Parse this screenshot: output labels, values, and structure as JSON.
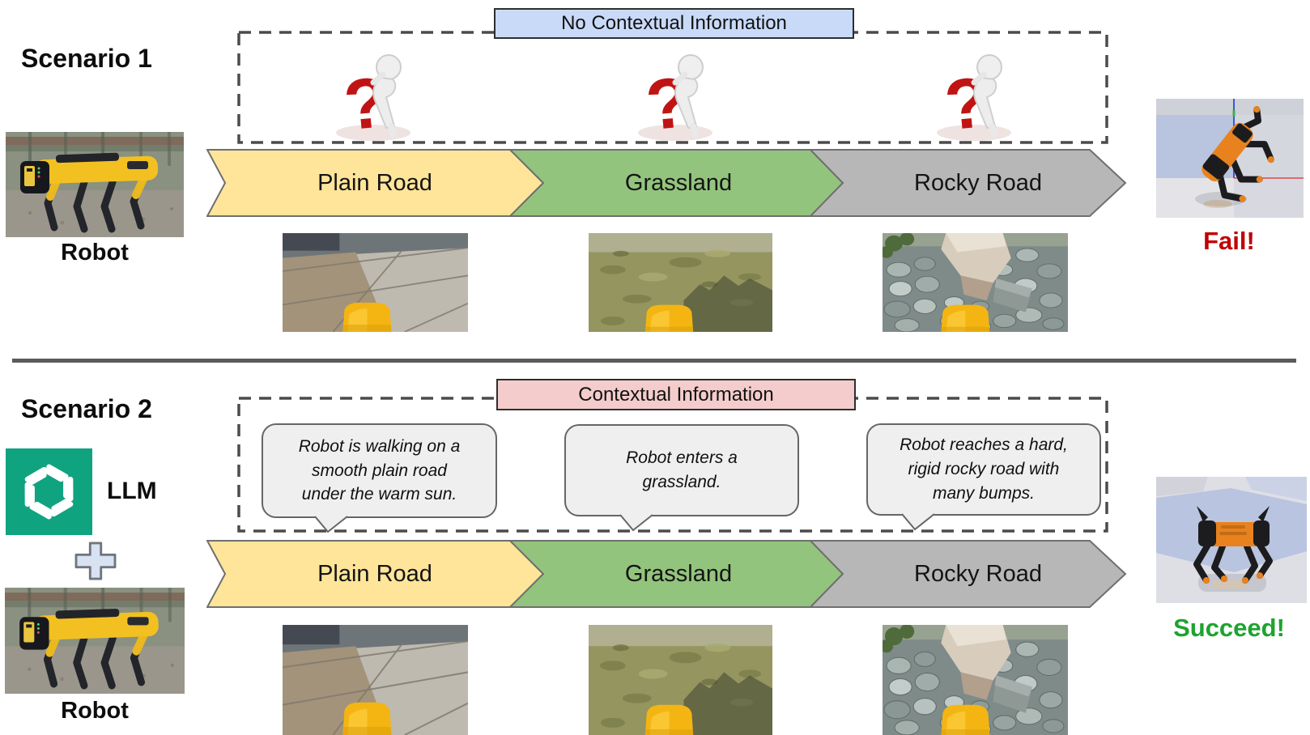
{
  "colors": {
    "seg1": "#FFE599",
    "seg2": "#93C47D",
    "seg3": "#B7B7B7",
    "context1": "#C9DAF8",
    "context2": "#F4CCCC",
    "bubble": "#EFEFEF",
    "fail": "#C00000",
    "succeed": "#1EA32F",
    "openai": "#10A37F",
    "plus": "#D9E2F1"
  },
  "banner": {
    "segments": [
      {
        "label": "Plain Road"
      },
      {
        "label": "Grassland"
      },
      {
        "label": "Rocky Road"
      }
    ]
  },
  "scenario1": {
    "title": "Scenario 1",
    "robot_label": "Robot",
    "context_label": "No Contextual Information",
    "result_label": "Fail!"
  },
  "scenario2": {
    "title": "Scenario 2",
    "llm_label": "LLM",
    "robot_label": "Robot",
    "context_label": "Contextual Information",
    "bubbles": [
      {
        "text": "Robot is walking on a\nsmooth plain road\nunder the warm sun."
      },
      {
        "text": "Robot enters a\ngrassland."
      },
      {
        "text": "Robot reaches a hard,\nrigid rocky road with\nmany bumps."
      }
    ],
    "result_label": "Succeed!"
  },
  "icons": {
    "thinker": "person-thinking-on-question-mark",
    "llm_logo": "openai-logo",
    "plus": "plus-sign",
    "robot_photo": "spot-robot-photo",
    "sim_fail": "simulation-robot-fallen",
    "sim_succeed": "simulation-robot-walking",
    "terrains": [
      "plain-road-photo",
      "grassland-photo",
      "rocky-road-photo"
    ]
  }
}
